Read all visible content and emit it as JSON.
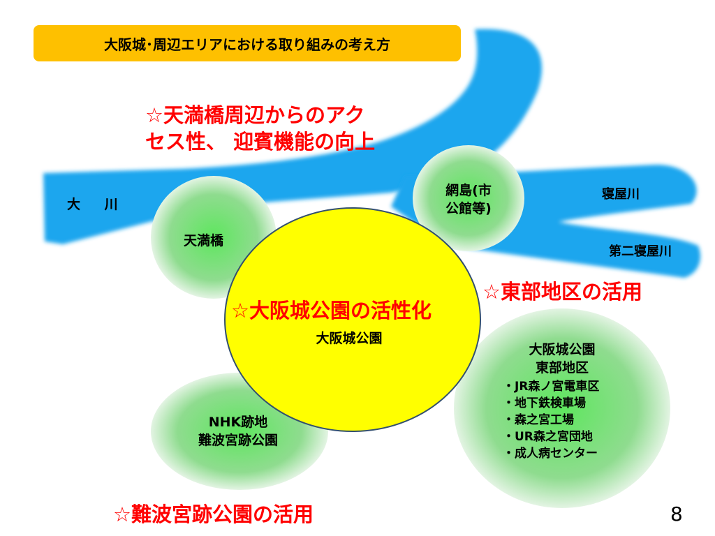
{
  "title": "大阪城･周辺エリアにおける取り組みの考え方",
  "headings": {
    "tenmabashi_access_line1": "☆天満橋周辺からのアク",
    "tenmabashi_access_line2": "セス性、 迎賓機能の向上",
    "castle_park": "☆大阪城公園の活性化",
    "east_district": "☆東部地区の活用",
    "naniwa_palace": "☆難波宮跡公園の活用"
  },
  "rivers": {
    "okawa": "大 川",
    "neyagawa": "寝屋川",
    "daini_neyagawa": "第二寝屋川"
  },
  "areas": {
    "tenmabashi": "天満橋",
    "amijima_line1": "網島(市",
    "amijima_line2": "公館等)",
    "castle_park": "大阪城公園",
    "nhk_line1": "NHK跡地",
    "nhk_line2": "難波宮跡公園",
    "east_title_line1": "大阪城公園",
    "east_title_line2": "東部地区",
    "east_items": [
      "・JR森ノ宮電車区",
      "・地下鉄検車場",
      "・森之宮工場",
      "・UR森之宮団地",
      "・成人病センター"
    ]
  },
  "page_number": "8",
  "colors": {
    "river": "#1fa6ee",
    "title_bg": "#fec000",
    "center_circle": "#ffff00",
    "green_circle_center": "#5ee65e",
    "green_circle_edge": "#e3f4e3",
    "heading_text": "#ff0000"
  }
}
